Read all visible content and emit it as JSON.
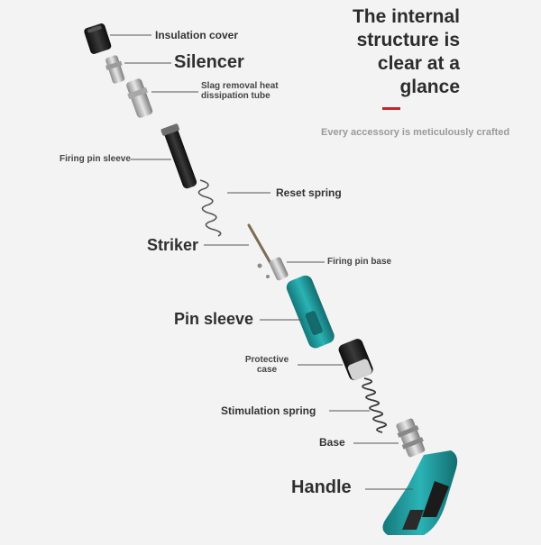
{
  "heading": {
    "text": "The internal\nstructure is\nclear at a\nglance"
  },
  "subtitle": "Every accessory is meticulously crafted",
  "colors": {
    "accent": "#c0262c",
    "teal": "#1e9a9d",
    "tealDark": "#15787b",
    "black": "#1c1c1c",
    "metal": "#b9b9b9"
  },
  "parts": {
    "insulation_cover": "Insulation cover",
    "silencer": "Silencer",
    "slag_tube_line1": "Slag removal heat",
    "slag_tube_line2": "dissipation tube",
    "firing_pin_sleeve": "Firing pin sleeve",
    "reset_spring": "Reset spring",
    "striker": "Striker",
    "firing_pin_base": "Firing pin base",
    "pin_sleeve": "Pin sleeve",
    "protective_line1": "Protective",
    "protective_line2": "case",
    "stimulation_spring": "Stimulation spring",
    "base": "Base",
    "handle": "Handle"
  }
}
